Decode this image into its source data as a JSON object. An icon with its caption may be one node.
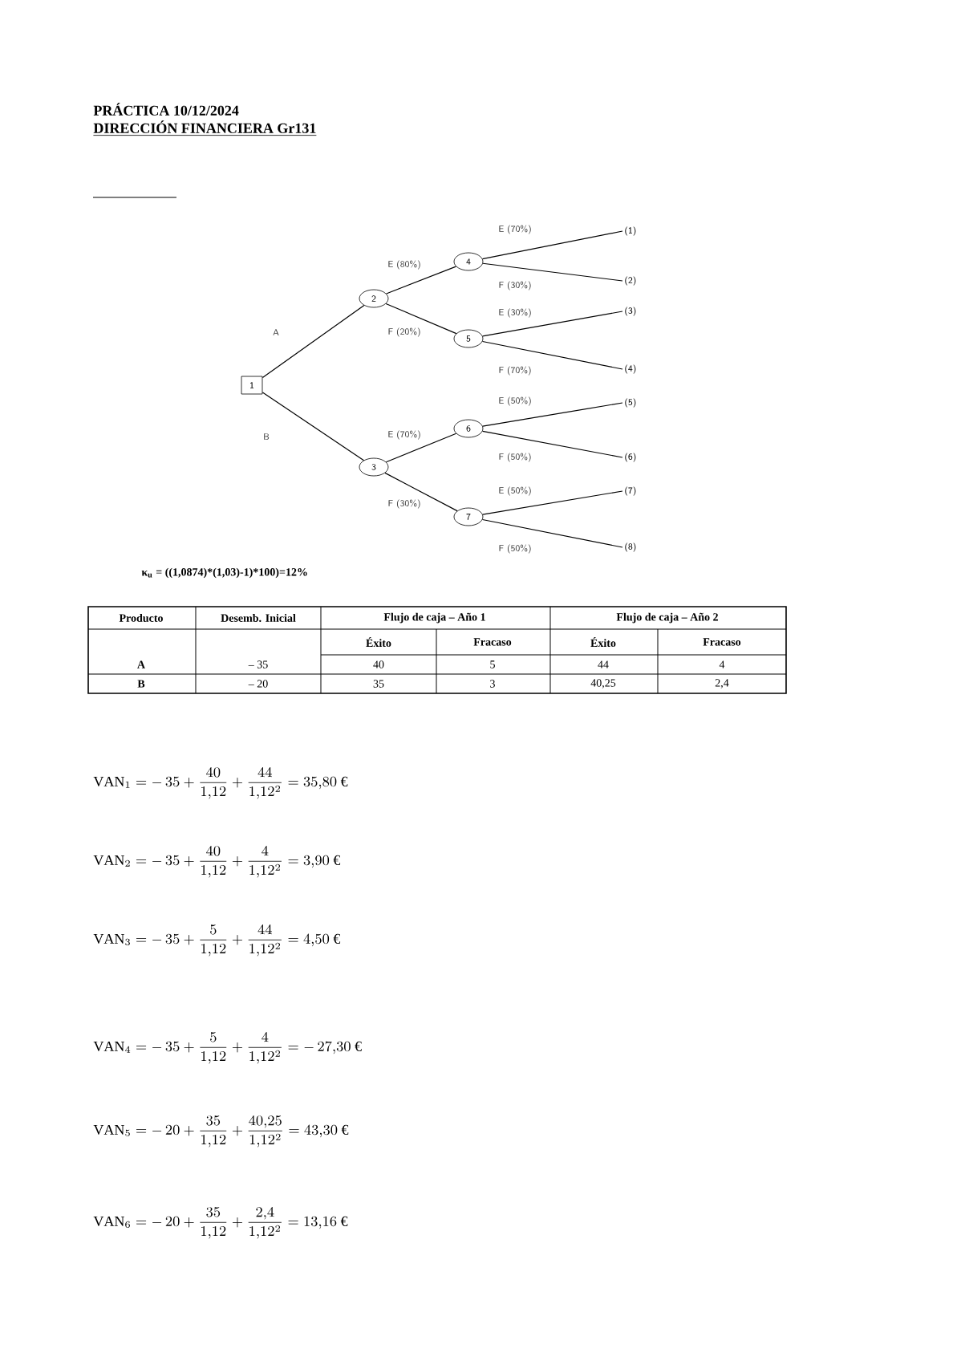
{
  "diagram": {
    "title": "PRÁCTICA  10/12/2024",
    "nodes": [
      {
        "text": [
          "1"
        ]
      },
      {
        "text": [
          "2"
        ]
      },
      {
        "text": [
          "3"
        ]
      },
      {
        "text": [
          "4"
        ]
      },
      {
        "text": [
          "5"
        ]
      },
      {
        "text": [
          "6"
        ]
      },
      {
        "text": [
          "7"
        ]
      },
      {
        "text": [
          "(1)"
        ]
      },
      {
        "text": [
          "(2)"
        ]
      },
      {
        "text": [
          "(3)"
        ]
      },
      {
        "text": [
          "(4)"
        ]
      },
      {
        "text": [
          "(5)"
        ]
      },
      {
        "text": [
          "(6)"
        ]
      },
      {
        "text": [
          "(7)"
        ]
      },
      {
        "text": [
          "(8)"
        ]
      }
    ],
    "edges": [
      {
        "from": 0,
        "to": 1,
        "arrow": "none",
        "label": "A"
      },
      {
        "from": 0,
        "to": 2,
        "arrow": "none",
        "label": "B"
      },
      {
        "from": 1,
        "to": 3,
        "arrow": "none",
        "label": "E (80%)"
      },
      {
        "from": 1,
        "to": 4,
        "arrow": "none",
        "label": "F (20%)"
      },
      {
        "from": 2,
        "to": 5,
        "arrow": "none",
        "label": "E (70%)"
      },
      {
        "from": 2,
        "to": 6,
        "arrow": "none",
        "label": "F (30%)"
      },
      {
        "from": 3,
        "to": 7,
        "arrow": "none",
        "label": "E (70%)"
      },
      {
        "from": 3,
        "to": 8,
        "arrow": "none",
        "label": "F (30%)"
      },
      {
        "from": 4,
        "to": 9,
        "arrow": "none",
        "label": "E (30%)"
      },
      {
        "from": 4,
        "to": 10,
        "arrow": "none",
        "label": "F (70%)"
      },
      {
        "from": 5,
        "to": 11,
        "arrow": "none",
        "label": "E (50%)"
      },
      {
        "from": 5,
        "to": 12,
        "arrow": "none",
        "label": "F (50%)"
      },
      {
        "from": 6,
        "to": 13,
        "arrow": "none",
        "label": "E (50%)"
      },
      {
        "from": 6,
        "to": 14,
        "arrow": "none",
        "label": "F (50%)"
      }
    ],
    "labels": [
      "DIRECCIÓN FINANCIERA Gr131",
      "κ$_{u}$ = ((1,0874)*(1,03)-1)*100)=12%",
      "Producto",
      "Desemb. Inicial",
      "Flujo de caja – Año 1",
      "Flujo de caja – Año 2",
      "Éxito",
      "Fracaso",
      "Éxito",
      "Fracaso",
      "A",
      "– 35",
      "40",
      "5",
      "44",
      "4",
      "B",
      "– 20",
      "35",
      "3",
      "40,25",
      "2,4",
      "\\mathrm{VAN}_{1} = -\\,35 + \\frac{40}{1{,}12} + \\frac{44}{1{,}12^{2}} = 35{,}80\\ \\mbox{€}",
      "\\mathrm{VAN}_{2} = -\\,35 + \\frac{40}{1{,}12} + \\frac{4}{1{,}12^{2}} = 3{,}90\\ \\mbox{€}",
      "\\mathrm{VAN}_{3} = -\\,35 + \\frac{5}{1{,}12} + \\frac{44}{1{,}12^{2}} = 4{,}50\\ \\mbox{€}",
      "\\mathrm{VAN}_{4} = -\\,35 + \\frac{5}{1{,}12} + \\frac{4}{1{,}12^{2}} = -\\,27{,}30\\ \\mbox{€}",
      "\\mathrm{VAN}_{5} = -\\,20 + \\frac{35}{1{,}12} + \\frac{40{,}25}{1{,}12^{2}} = 43{,}30\\ \\mbox{€}",
      "\\mathrm{VAN}_{6} = -\\,20 + \\frac{35}{1{,}12} + \\frac{2{,}4}{1{,}12^{2}} = 13{,}16\\ \\mbox{€}"
    ]
  }
}
